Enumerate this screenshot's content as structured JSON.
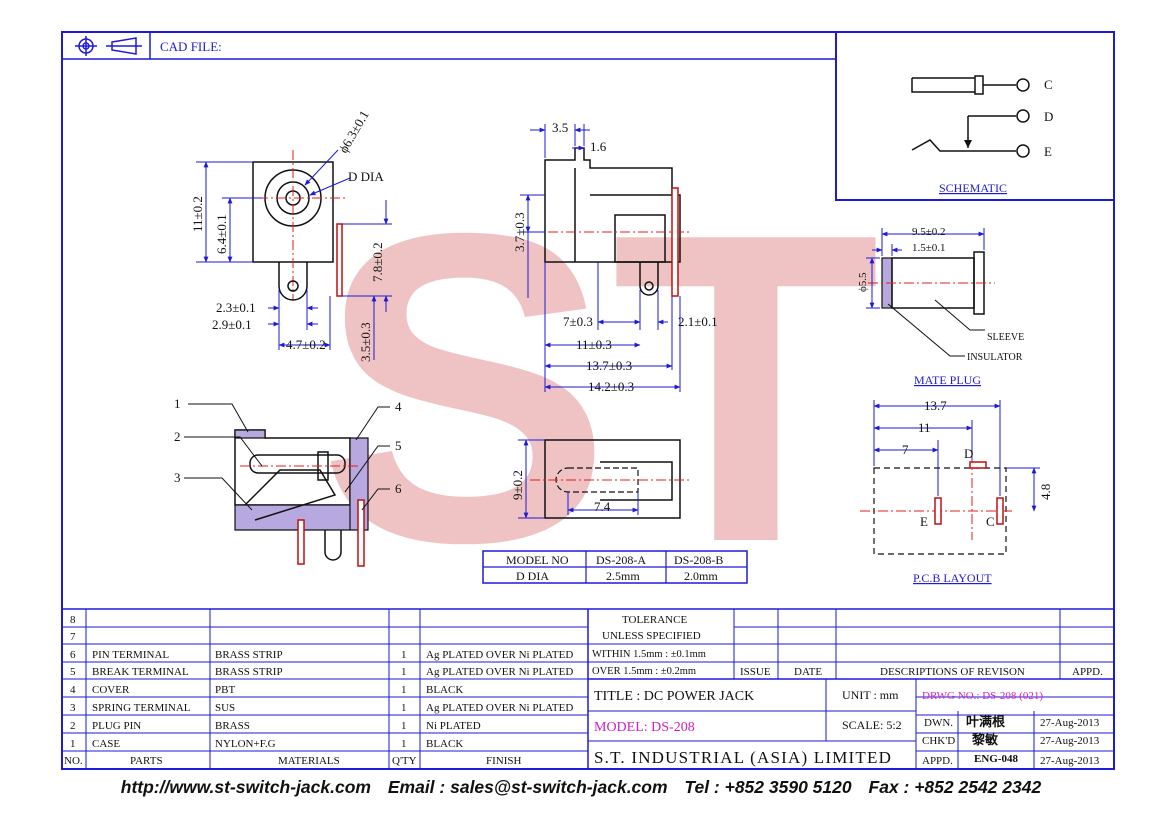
{
  "header": {
    "cad_file_label": "CAD FILE:"
  },
  "schematic": {
    "caption": "SCHEMATIC",
    "pins": [
      "C",
      "D",
      "E"
    ]
  },
  "views": {
    "front": {
      "dims": [
        "ϕ6.3±0.1",
        "D DIA",
        "11±0.2",
        "6.4±0.1",
        "7.8±0.2",
        "2.3±0.1",
        "2.9±0.1",
        "4.7±0.2",
        "3.5±0.3"
      ]
    },
    "side": {
      "dims": [
        "3.5",
        "1.6",
        "3.7±0.3",
        "7±0.3",
        "2.1±0.1",
        "11±0.3",
        "13.7±0.3",
        "14.2±0.3"
      ]
    },
    "bottom": {
      "dims": [
        "9±0.2",
        "7.4"
      ]
    },
    "section": {
      "callouts": [
        "1",
        "2",
        "3",
        "4",
        "5",
        "6"
      ]
    }
  },
  "mate_plug": {
    "caption": "MATE PLUG",
    "dims": [
      "9.5±0.2",
      "1.5±0.1",
      "ϕ5.5"
    ],
    "labels": [
      "SLEEVE",
      "INSULATOR"
    ]
  },
  "pcb": {
    "caption": "P.C.B LAYOUT",
    "dims": [
      "13.7",
      "11",
      "7",
      "4.8"
    ],
    "pins": [
      "D",
      "E",
      "C"
    ]
  },
  "model_table": {
    "rows": [
      [
        "MODEL NO",
        "DS-208-A",
        "DS-208-B"
      ],
      [
        "D DIA",
        "2.5mm",
        "2.0mm"
      ]
    ]
  },
  "bom": {
    "header": [
      "NO.",
      "PARTS",
      "MATERIALS",
      "Q'TY",
      "FINISH"
    ],
    "rows": [
      [
        "8",
        "",
        "",
        "",
        ""
      ],
      [
        "7",
        "",
        "",
        "",
        ""
      ],
      [
        "6",
        "PIN TERMINAL",
        "BRASS STRIP",
        "1",
        "Ag PLATED OVER Ni PLATED"
      ],
      [
        "5",
        "BREAK TERMINAL",
        "BRASS STRIP",
        "1",
        "Ag PLATED OVER Ni PLATED"
      ],
      [
        "4",
        "COVER",
        "PBT",
        "1",
        "BLACK"
      ],
      [
        "3",
        "SPRING TERMINAL",
        "SUS",
        "1",
        "Ag PLATED OVER Ni PLATED"
      ],
      [
        "2",
        "PLUG PIN",
        "BRASS",
        "1",
        "Ni PLATED"
      ],
      [
        "1",
        "CASE",
        "NYLON+F.G",
        "1",
        "BLACK"
      ]
    ]
  },
  "title_block": {
    "tolerance_1": "TOLERANCE",
    "tolerance_2": "UNLESS SPECIFIED",
    "within": "WITHIN 1.5mm : ±0.1mm",
    "over": "OVER 1.5mm : ±0.2mm",
    "issue": "ISSUE",
    "date": "DATE",
    "descriptions": "DESCRIPTIONS OF REVISON",
    "appd": "APPD.",
    "title": "TITLE : DC POWER JACK",
    "unit": "UNIT :  mm",
    "drwg_no": "DRWG NO.: DS-208 (021)",
    "model": "MODEL: DS-208",
    "scale": "SCALE:  5:2",
    "dwn_label": "DWN.",
    "dwn_name": "叶满根",
    "dwn_date": "27-Aug-2013",
    "chkd_label": "CHK'D",
    "chkd_name": "黎敏",
    "chkd_date": "27-Aug-2013",
    "company": "S.T. INDUSTRIAL (ASIA) LIMITED",
    "appd_label": "APPD.",
    "appd_name": "ENG-048",
    "appd_date": "27-Aug-2013"
  },
  "footer": {
    "web": "http://www.st-switch-jack.com",
    "email": "Email : sales@st-switch-jack.com",
    "tel": "Tel : +852 3590 5120",
    "fax": "Fax : +852 2542 2342"
  },
  "watermark": "ST",
  "colors": {
    "line": "#1e1ad6",
    "drawing": "#111111",
    "dim": "#1e1ad6",
    "center": "#e0201c",
    "watermark": "#e9a6a6",
    "magenta": "#d020c0"
  }
}
